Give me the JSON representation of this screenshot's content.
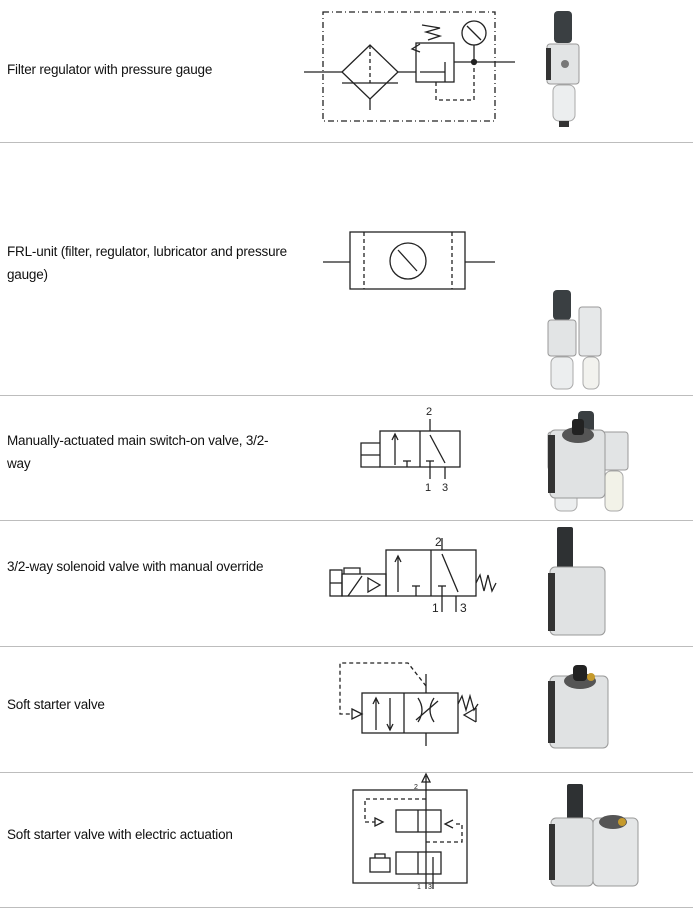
{
  "rows": [
    {
      "label": "Filter regulator with pressure gauge"
    },
    {
      "label": "FRL-unit (filter, regulator, lubricator and pressure gauge)"
    },
    {
      "label": "Manually-actuated main switch-on valve, 3/2-way"
    },
    {
      "label": "3/2-way solenoid valve with manual override"
    },
    {
      "label": "Soft starter valve"
    },
    {
      "label": "Soft starter valve with electric actuation"
    }
  ],
  "port_labels": {
    "p1": "1",
    "p2": "2",
    "p3": "3"
  }
}
